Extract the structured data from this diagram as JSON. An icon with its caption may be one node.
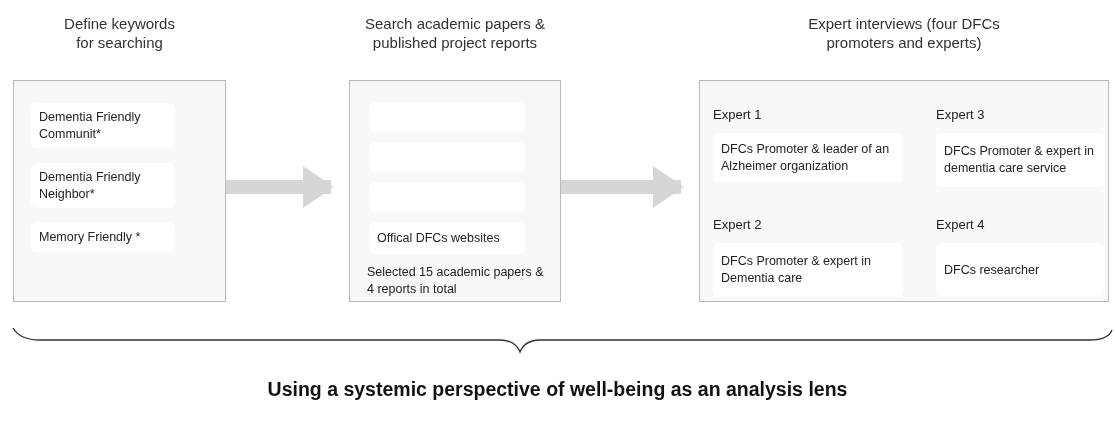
{
  "diagram": {
    "caption": "Using a systemic perspective of well-being as an analysis lens",
    "nodes": [
      {
        "text": [
          "Define keywords for searching"
        ]
      },
      {
        "text": [
          "Dementia Friendly Communit*"
        ],
        "in": 0
      },
      {
        "text": [
          "Dementia Friendly Neighbor*"
        ],
        "in": 0
      },
      {
        "text": [
          "Memory Friendly *"
        ],
        "in": 0
      },
      {
        "text": [
          "Search academic papers & published project reports",
          "Selected 15 academic papers & 4 reports in total"
        ]
      },
      {
        "text": [],
        "shape": "box",
        "in": 4
      },
      {
        "text": [],
        "shape": "box",
        "in": 4
      },
      {
        "text": [],
        "shape": "box",
        "in": 4
      },
      {
        "text": [
          "Offical DFCs websites"
        ],
        "in": 4
      },
      {
        "text": [
          "Expert interviews (four DFCs promoters and experts)"
        ]
      },
      {
        "text": [
          "DFCs Promoter & leader of an Alzheimer organization"
        ],
        "in": 9,
        "beside": [
          "Expert 1"
        ]
      },
      {
        "text": [
          "DFCs Promoter & expert in Dementia care"
        ],
        "in": 9,
        "beside": [
          "Expert 2"
        ]
      },
      {
        "text": [
          "DFCs Promoter & expert in dementia care service"
        ],
        "in": 9,
        "beside": [
          "Expert 3"
        ]
      },
      {
        "text": [
          "DFCs researcher"
        ],
        "in": 9,
        "beside": [
          "Expert 4"
        ]
      }
    ],
    "edges": [
      {
        "from": 0,
        "to": 4,
        "arrow": "to"
      },
      {
        "from": 4,
        "to": 9,
        "arrow": "to"
      }
    ]
  }
}
